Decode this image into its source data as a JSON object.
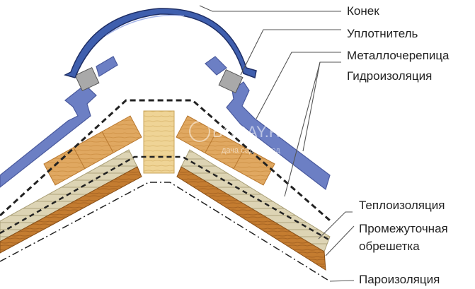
{
  "diagram": {
    "labels": {
      "ridge": "Конек",
      "sealant": "Уплотнитель",
      "metal_tile": "Металлочерепица",
      "waterproofing": "Гидроизоляция",
      "thermal_insulation": "Теплоизоляция",
      "intermediate_batten_line1": "Промежуточная",
      "intermediate_batten_line2": "обрешетка",
      "vapor_barrier": "Пароизоляция"
    },
    "watermark": {
      "brand": "BOGAY.RU",
      "tagline": "дача сад огород"
    },
    "colors": {
      "metal_tile": "#6c7fc4",
      "metal_tile_edge": "#4a5a9e",
      "ridge_cap": "#3f5fae",
      "ridge_cap_edge": "#1f2f66",
      "sealant": "#a9a9a9",
      "batten_wood": "#e0a861",
      "insulation": "#d8cfae",
      "rafter": "#c27a2e",
      "center_beam": "#efd496",
      "leader_line": "#555555",
      "dashed_line": "#222222"
    }
  }
}
